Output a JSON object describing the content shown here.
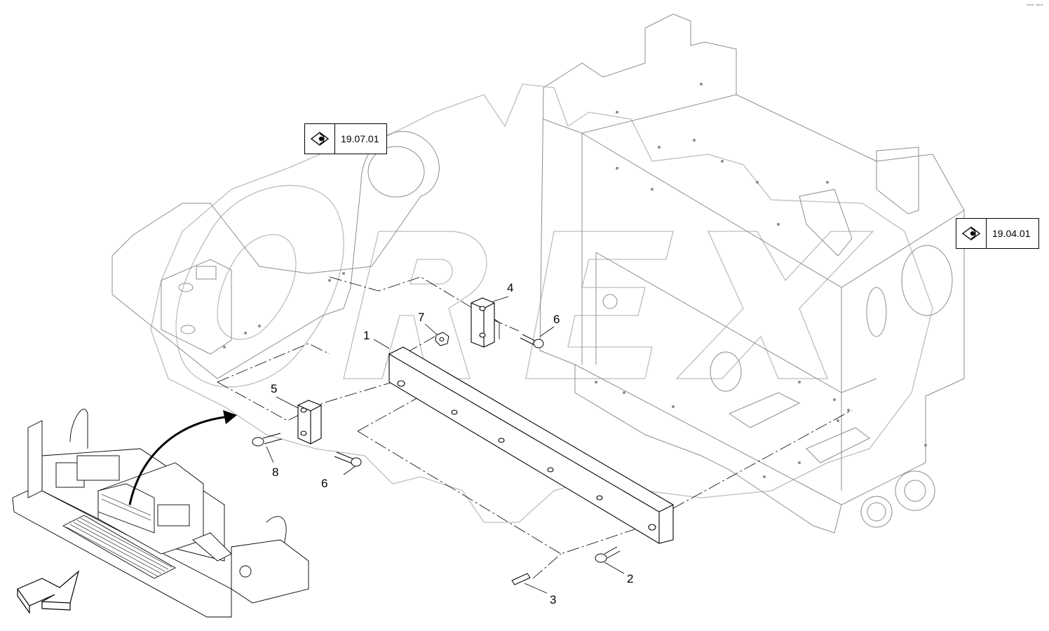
{
  "page": {
    "id_mark": "▫▫▫ ▫▫▫"
  },
  "references": [
    {
      "code": "19.07.01",
      "icon": "eye-icon"
    },
    {
      "code": "19.04.01",
      "icon": "eye-icon"
    }
  ],
  "callouts": [
    "1",
    "2",
    "3",
    "4",
    "5",
    "6",
    "6",
    "7",
    "8"
  ],
  "watermark": {
    "text": "OREX",
    "color": "#d8d8d8"
  },
  "colors": {
    "line": "#000000",
    "frame": "#9a9a9a",
    "background": "#ffffff"
  }
}
